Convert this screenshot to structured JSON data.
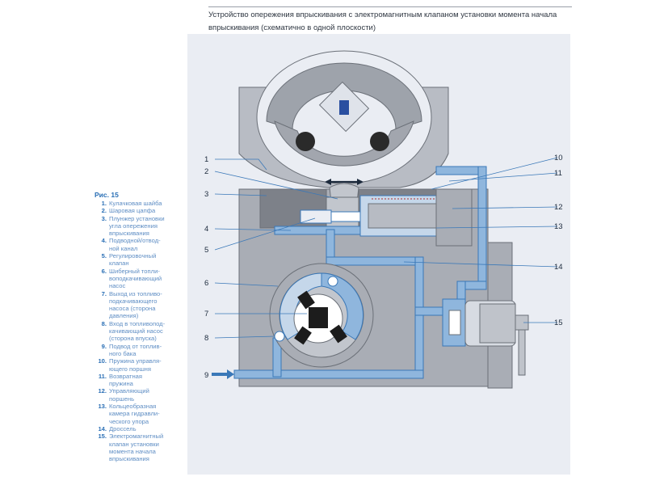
{
  "header": {
    "title_line1": "Устройство опережения впрыскивания с электромагнитным клапаном установки момента начала",
    "title_line2": "впрыскивания (схематично в одной плоскости)"
  },
  "legend": {
    "title": "Рис. 15",
    "items": [
      {
        "num": "1.",
        "lines": [
          "Кулачковая шайба"
        ]
      },
      {
        "num": "2.",
        "lines": [
          "Шаровая цапфа"
        ]
      },
      {
        "num": "3.",
        "lines": [
          "Плунжер установки",
          "угла опережения",
          "впрыскивания"
        ]
      },
      {
        "num": "4.",
        "lines": [
          "Подводной/отвод-",
          "ной канал"
        ]
      },
      {
        "num": "5.",
        "lines": [
          "Регулировочный",
          "клапан"
        ]
      },
      {
        "num": "6.",
        "lines": [
          "Шиберный топли-",
          "воподкачивающий",
          "насос"
        ]
      },
      {
        "num": "7.",
        "lines": [
          "Выход из топливо-",
          "подкачивающего",
          "насоса (сторона",
          "давления)"
        ]
      },
      {
        "num": "8.",
        "lines": [
          "Вход в топливопод-",
          "качивающий насос",
          "(сторона впуска)"
        ]
      },
      {
        "num": "9.",
        "lines": [
          "Подвод от топлив-",
          "ного бака"
        ]
      },
      {
        "num": "10.",
        "lines": [
          "Пружина управля-",
          "ющего поршня"
        ]
      },
      {
        "num": "11.",
        "lines": [
          "Возвратная",
          "пружина"
        ]
      },
      {
        "num": "12.",
        "lines": [
          "Управляющий",
          "поршень"
        ]
      },
      {
        "num": "13.",
        "lines": [
          "Кольцеобразная",
          "камера гидравли-",
          "ческого упора"
        ]
      },
      {
        "num": "14.",
        "lines": [
          "Дроссель"
        ]
      },
      {
        "num": "15.",
        "lines": [
          "Электромагнитный",
          "клапан установки",
          "момента начала",
          "впрыскивания"
        ]
      }
    ]
  },
  "callouts": {
    "c1": "1",
    "c2": "2",
    "c3": "3",
    "c4": "4",
    "c5": "5",
    "c6": "6",
    "c7": "7",
    "c8": "8",
    "c9": "9",
    "c10": "10",
    "c11": "11",
    "c12": "12",
    "c13": "13",
    "c14": "14",
    "c15": "15"
  },
  "colors": {
    "fuel": "#8fb6dd",
    "fuel_dark": "#3a78b8",
    "housing": "#a9adb5",
    "housing_dark": "#6b7078",
    "panel": "#eaedf3"
  }
}
